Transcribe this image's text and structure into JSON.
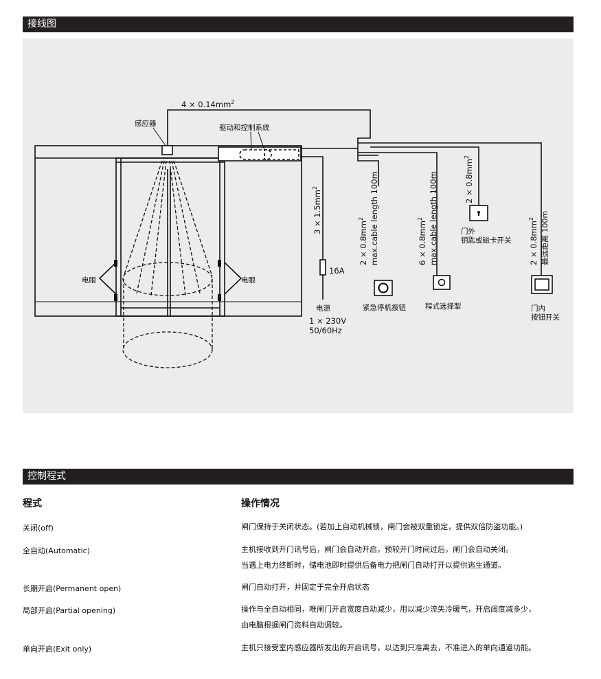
{
  "section1": {
    "title": "接线图"
  },
  "diagram": {
    "sensor_cable": {
      "main": "4 × 0.14mm",
      "sup": "2"
    },
    "sensor_label": "感应器",
    "drive_label": "驱动和控制系统",
    "photo_eye_left": "电眼",
    "photo_eye_right": "电眼",
    "power_cable": {
      "main": "3 × 1.5mm",
      "sup": "2"
    },
    "fuse": "16A",
    "power_label": "电源",
    "power_spec": [
      "1 × 230V",
      "50/60Hz"
    ],
    "emergency_cable": {
      "main": "2 × 0.8mm",
      "sup": "2",
      "line2": "max.cable  length 100m"
    },
    "emergency_label": "紧急停机按钮",
    "program_cable": {
      "main": "6 × 0.8mm",
      "sup": "2",
      "line2": "max.cable  length 100m"
    },
    "program_label": "程式选择掣",
    "outside_cable": {
      "main": "2 × 0.8mm",
      "sup": "2"
    },
    "outside_label": [
      "门外",
      "钥匙或磁卡开关"
    ],
    "inside_cable": {
      "main": "2 × 0.8mm",
      "sup": "2",
      "line2": "最远距离  100m"
    },
    "inside_label": [
      "门内",
      "按钮开关"
    ]
  },
  "section2": {
    "title": "控制程式"
  },
  "table": {
    "col1": "程式",
    "col2": "操作情况",
    "rows": [
      {
        "mode": "关闭(off)",
        "desc": [
          "闸门保持于关闭状态。(若加上自动机械锁，闸门会被双重锁定，提供双倍防盗功能。)"
        ]
      },
      {
        "mode": "全自动(Automatic)",
        "desc": [
          "主机接收到开门讯号后，闸门会自动开启，预较开门时间过后，闸门会自动关闭。",
          "当遇上电力终断时，储电池即时提供后备电力把闸门自动打开以提供逃生通道。"
        ]
      },
      {
        "mode": "长期开启(Permanent open)",
        "desc": [
          "闸门自动打开，并固定于完全开启状态"
        ]
      },
      {
        "mode": "局部开启(Partial opening)",
        "desc": [
          "操作与全自动相同，唯闸门开启宽度自动减少，用以减少流失冷暖气，开启阔度减多少，",
          "由电脑根据闸门资料自动调较。"
        ]
      },
      {
        "mode": "单向开启(Exit only)",
        "desc": [
          "主机只接受室内感应器所发出的开启讯号，以达到只准离去，不准进入的单向通道功能。"
        ]
      }
    ]
  }
}
